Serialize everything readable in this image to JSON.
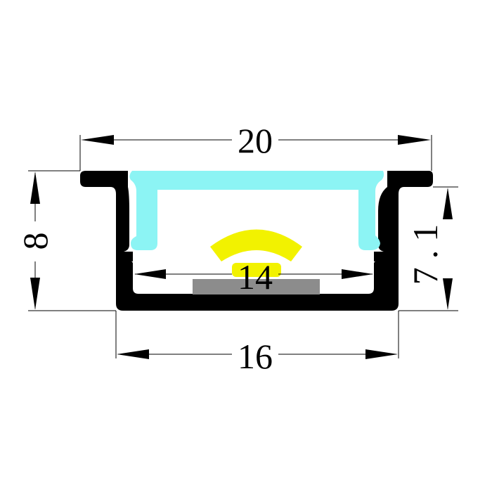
{
  "dimensions": {
    "overall_width": "20",
    "bottom_width": "16",
    "inner_width": "14",
    "overall_height": "8",
    "inner_height": "7.1"
  },
  "colors": {
    "profile": "#000000",
    "diffuser": "#8CF4F4",
    "light_beam": "#F2F200",
    "led_strip": "#8C8C8C",
    "dimension_line": "#000000"
  }
}
